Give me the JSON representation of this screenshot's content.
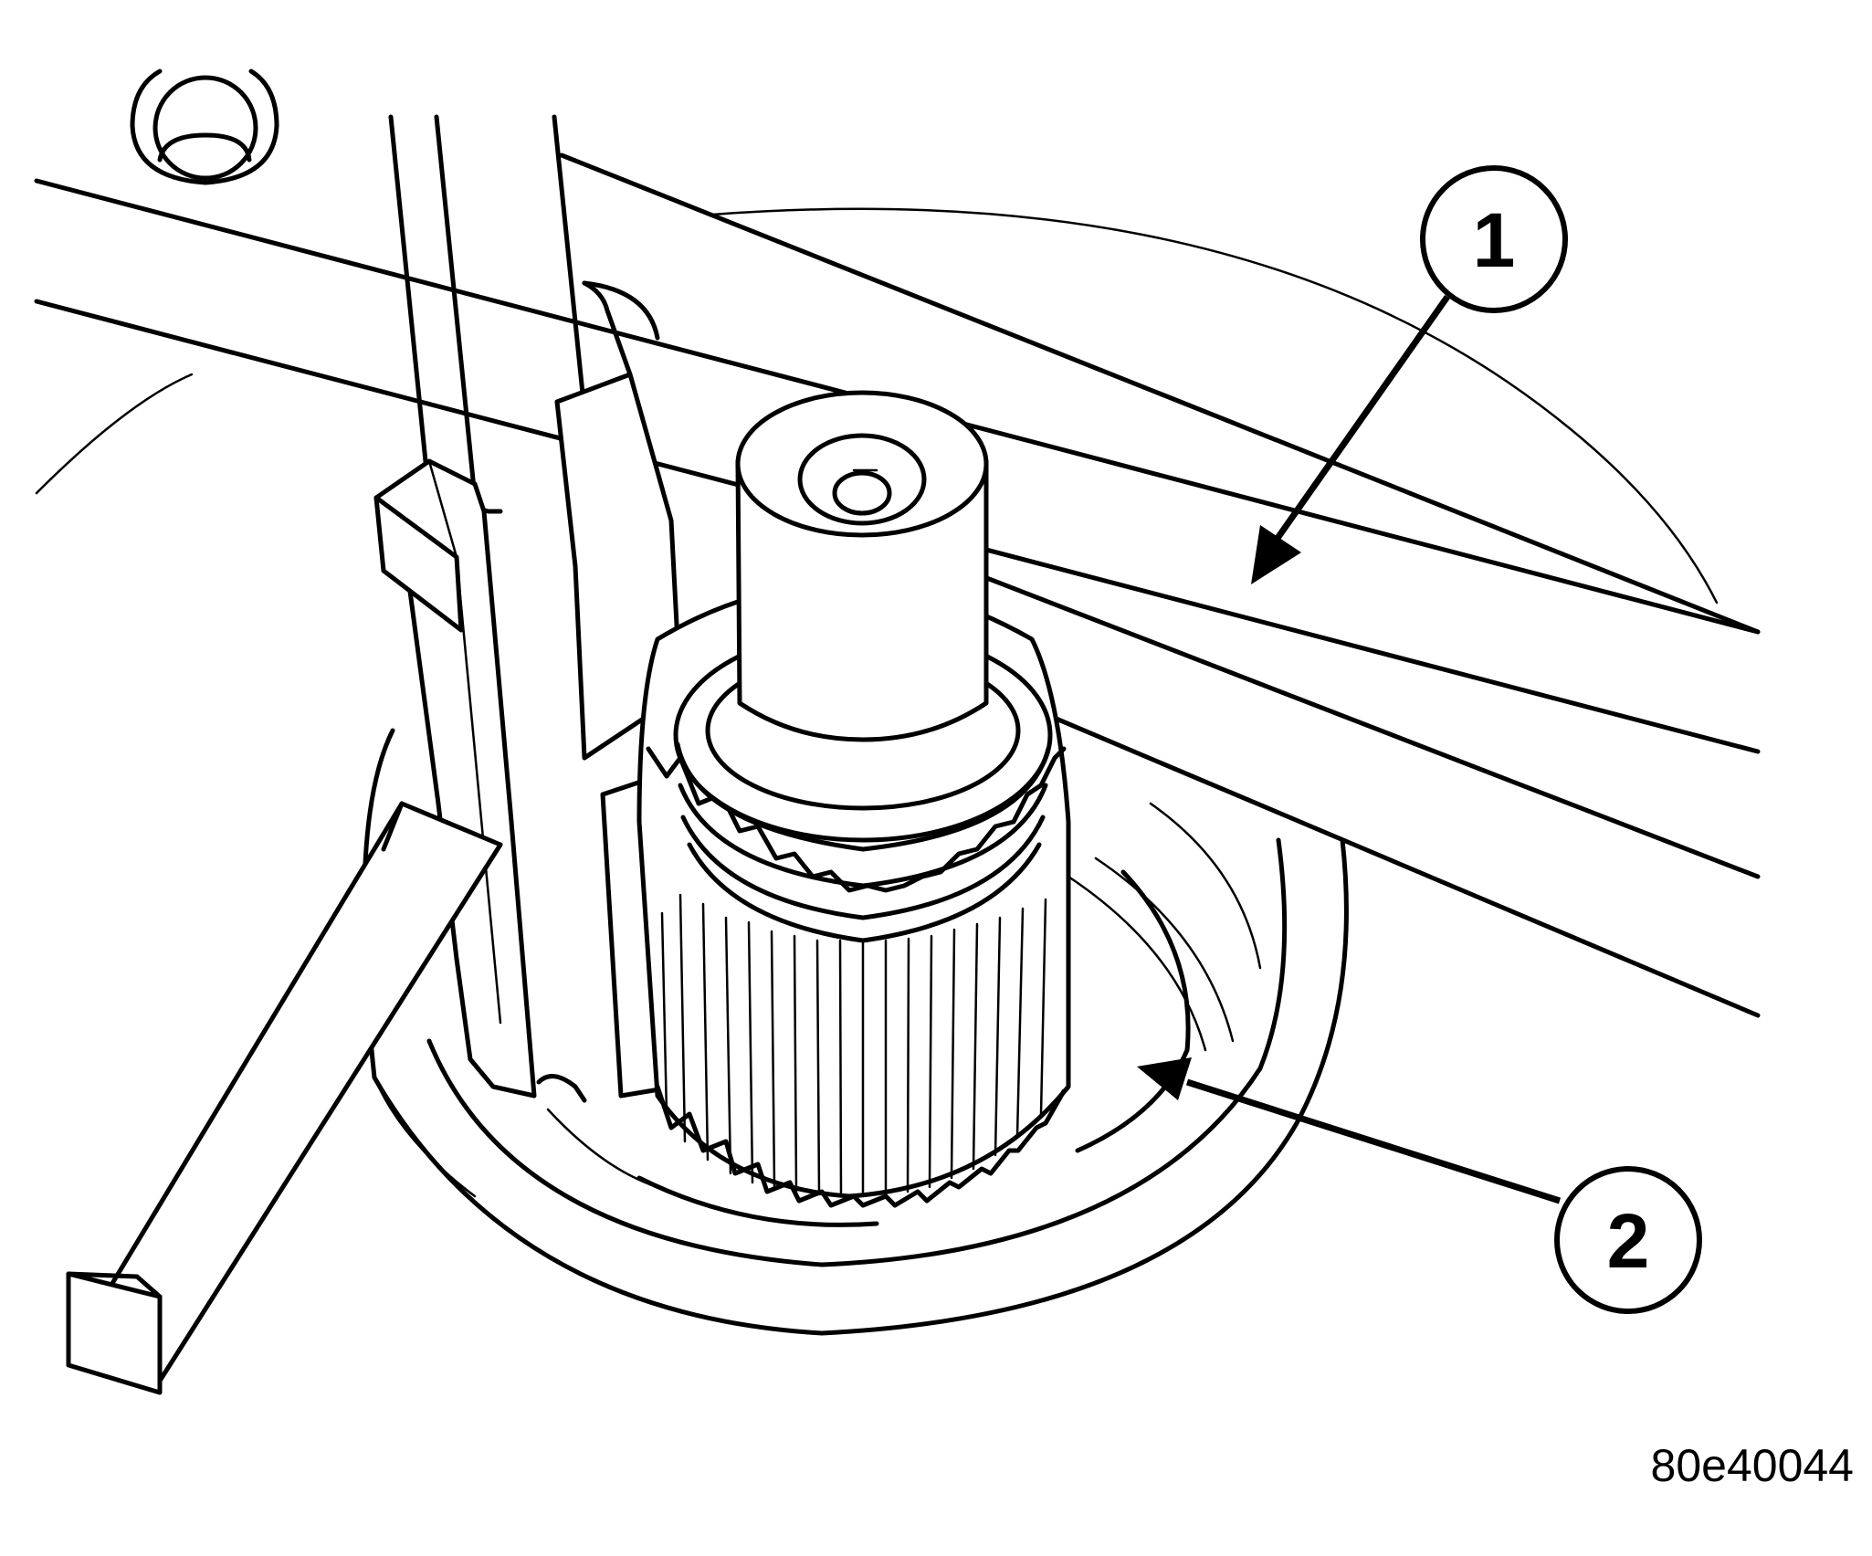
{
  "callouts": [
    {
      "id": "1",
      "label": "1"
    },
    {
      "id": "2",
      "label": "2"
    }
  ],
  "figure_code": "80e40044",
  "colors": {
    "line": "#000000",
    "background": "#ffffff"
  }
}
